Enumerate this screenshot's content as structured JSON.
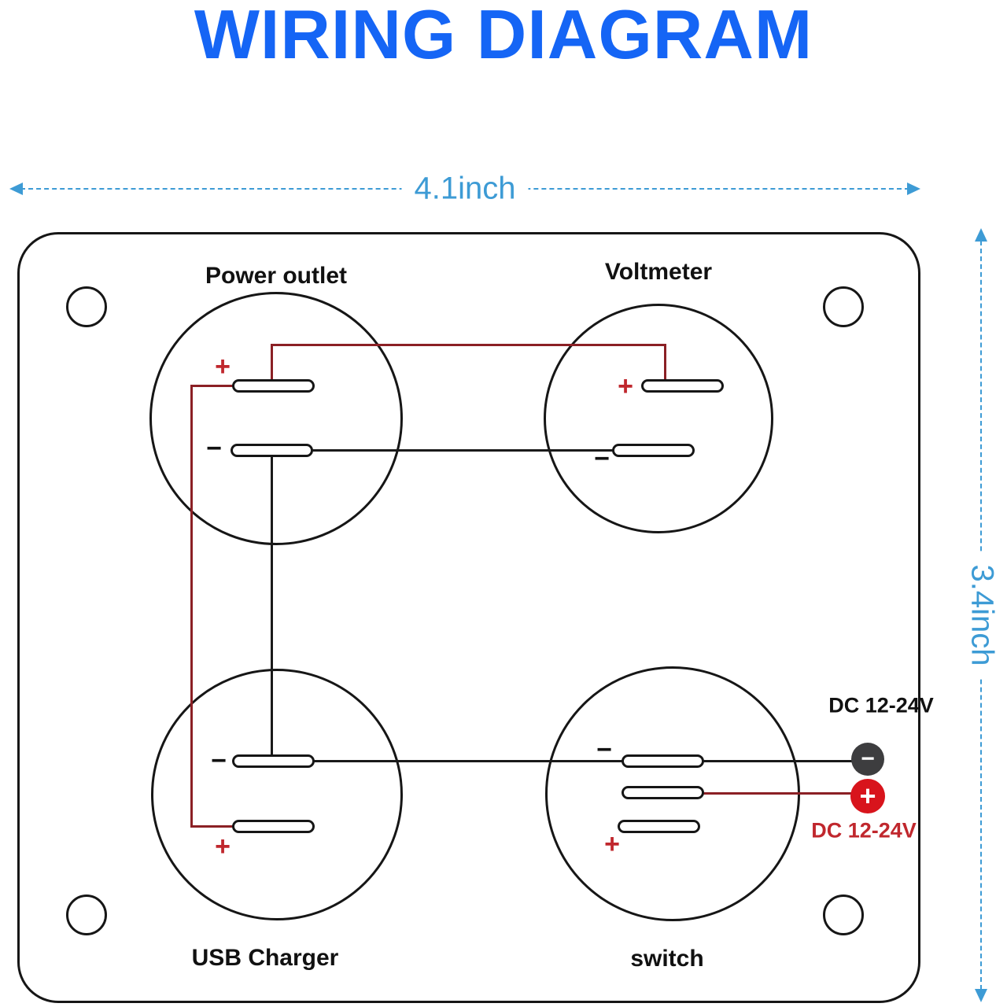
{
  "title": "WIRING DIAGRAM",
  "dimensions": {
    "width": "4.1inch",
    "height": "3.4inch"
  },
  "symbols": {
    "plus": "+",
    "minus": "−"
  },
  "components": {
    "power_outlet": {
      "label": "Power outlet"
    },
    "voltmeter": {
      "label": "Voltmeter"
    },
    "usb_charger": {
      "label": "USB Charger"
    },
    "switch": {
      "label": "switch"
    }
  },
  "power_input": {
    "negative_label": "DC 12-24V",
    "positive_label": "DC 12-24V"
  },
  "colors": {
    "title": "#1565f5",
    "dimension_lines": "#3d9bd5",
    "wire_negative": "#1a1a1a",
    "wire_positive": "#8b2025",
    "dc_negative_terminal": "#3d3d3f",
    "dc_positive_terminal": "#d8141c",
    "sign_positive": "#c0272d",
    "sign_negative": "#111111"
  }
}
